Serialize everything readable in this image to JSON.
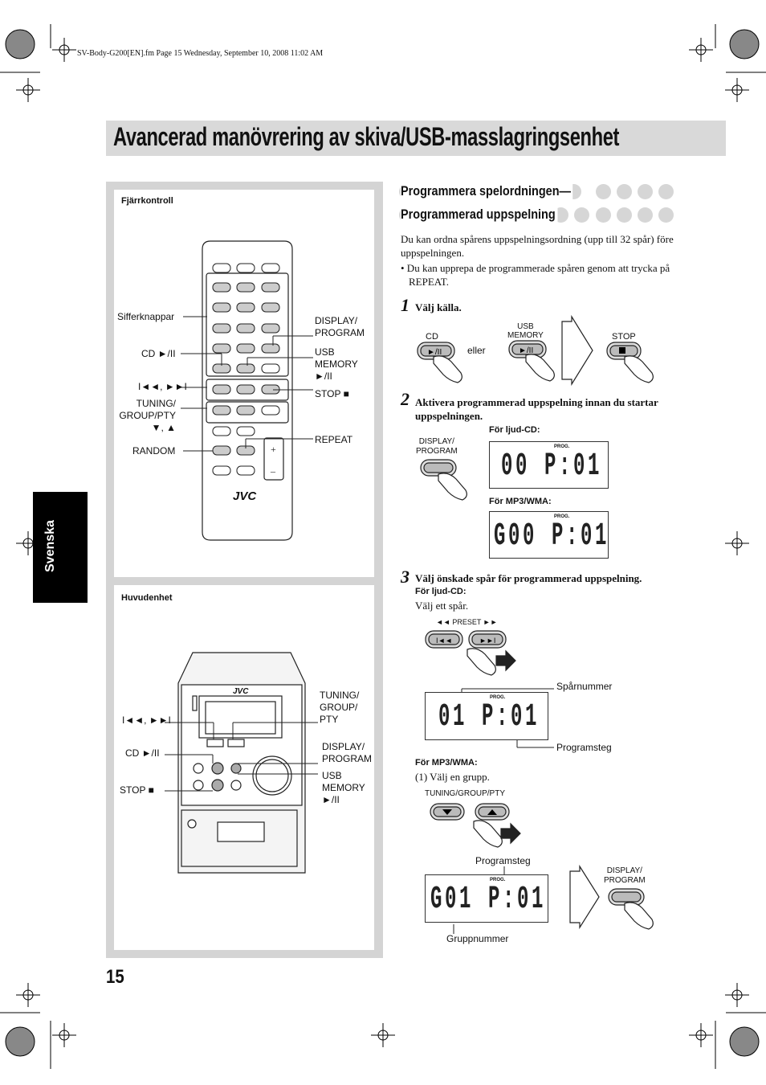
{
  "header_line": "SV-Body-G200[EN].fm  Page 15  Wednesday, September 10, 2008  11:02 AM",
  "title": "Avancerad manövrering av skiva/USB-masslagringsenhet",
  "side_tab": "Svenska",
  "page_number": "15",
  "remote": {
    "heading": "Fjärrkontroll",
    "brand": "JVC",
    "labels": {
      "sifferknappar": "Sifferknappar",
      "cd": "CD ►/II",
      "skip": "I◄◄, ►►I",
      "tuning": "TUNING/\nGROUP/PTY\n▼, ▲",
      "random": "RANDOM",
      "display": "DISPLAY/\nPROGRAM",
      "usb": "USB\nMEMORY\n►/II",
      "stop": "STOP ■",
      "repeat": "REPEAT"
    }
  },
  "main_unit": {
    "heading": "Huvudenhet",
    "brand": "JVC",
    "labels": {
      "skip": "I◄◄, ►►I",
      "cd": "CD ►/II",
      "stop": "STOP ■",
      "tuning": "TUNING/\nGROUP/\nPTY",
      "display": "DISPLAY/\nPROGRAM",
      "usb": "USB\nMEMORY\n►/II"
    }
  },
  "section": {
    "heading_line1": "Programmera spelordningen—",
    "heading_line2": "Programmerad uppspelning",
    "intro": "Du kan ordna spårens uppspelningsordning (upp till 32 spår) före uppspelningen.",
    "bullet": "• Du kan upprepa de programmerade spåren genom att trycka på REPEAT."
  },
  "steps": [
    {
      "num": "1",
      "text": "Välj källa."
    },
    {
      "num": "2",
      "text": "Aktivera programmerad uppspelning innan du startar uppspelningen."
    },
    {
      "num": "3",
      "text": "Välj önskade spår för programmerad uppspelning."
    }
  ],
  "step1": {
    "cd": "CD",
    "eller": "eller",
    "usb": "USB\nMEMORY",
    "stop": "STOP"
  },
  "step2": {
    "button": "DISPLAY/\nPROGRAM",
    "cd_heading": "För ljud-CD:",
    "cd_lcd": "00  P:01",
    "mp3_heading": "För MP3/WMA:",
    "mp3_lcd": "G00  P:01",
    "prog": "PROG."
  },
  "step3": {
    "cd_heading": "För ljud-CD:",
    "cd_text": "Välj ett spår.",
    "preset": "◄◄ PRESET ►►",
    "lcd_cd": "01  P:01",
    "sparnummer": "Spårnummer",
    "programsteg": "Programsteg",
    "mp3_heading": "För MP3/WMA:",
    "mp3_text": "(1)  Välj en grupp.",
    "tuning": "TUNING/GROUP/PTY",
    "lcd_mp3": "G01  P:01",
    "programsteg2": "Programsteg",
    "gruppnummer": "Gruppnummer",
    "button": "DISPLAY/\nPROGRAM",
    "prog": "PROG."
  }
}
